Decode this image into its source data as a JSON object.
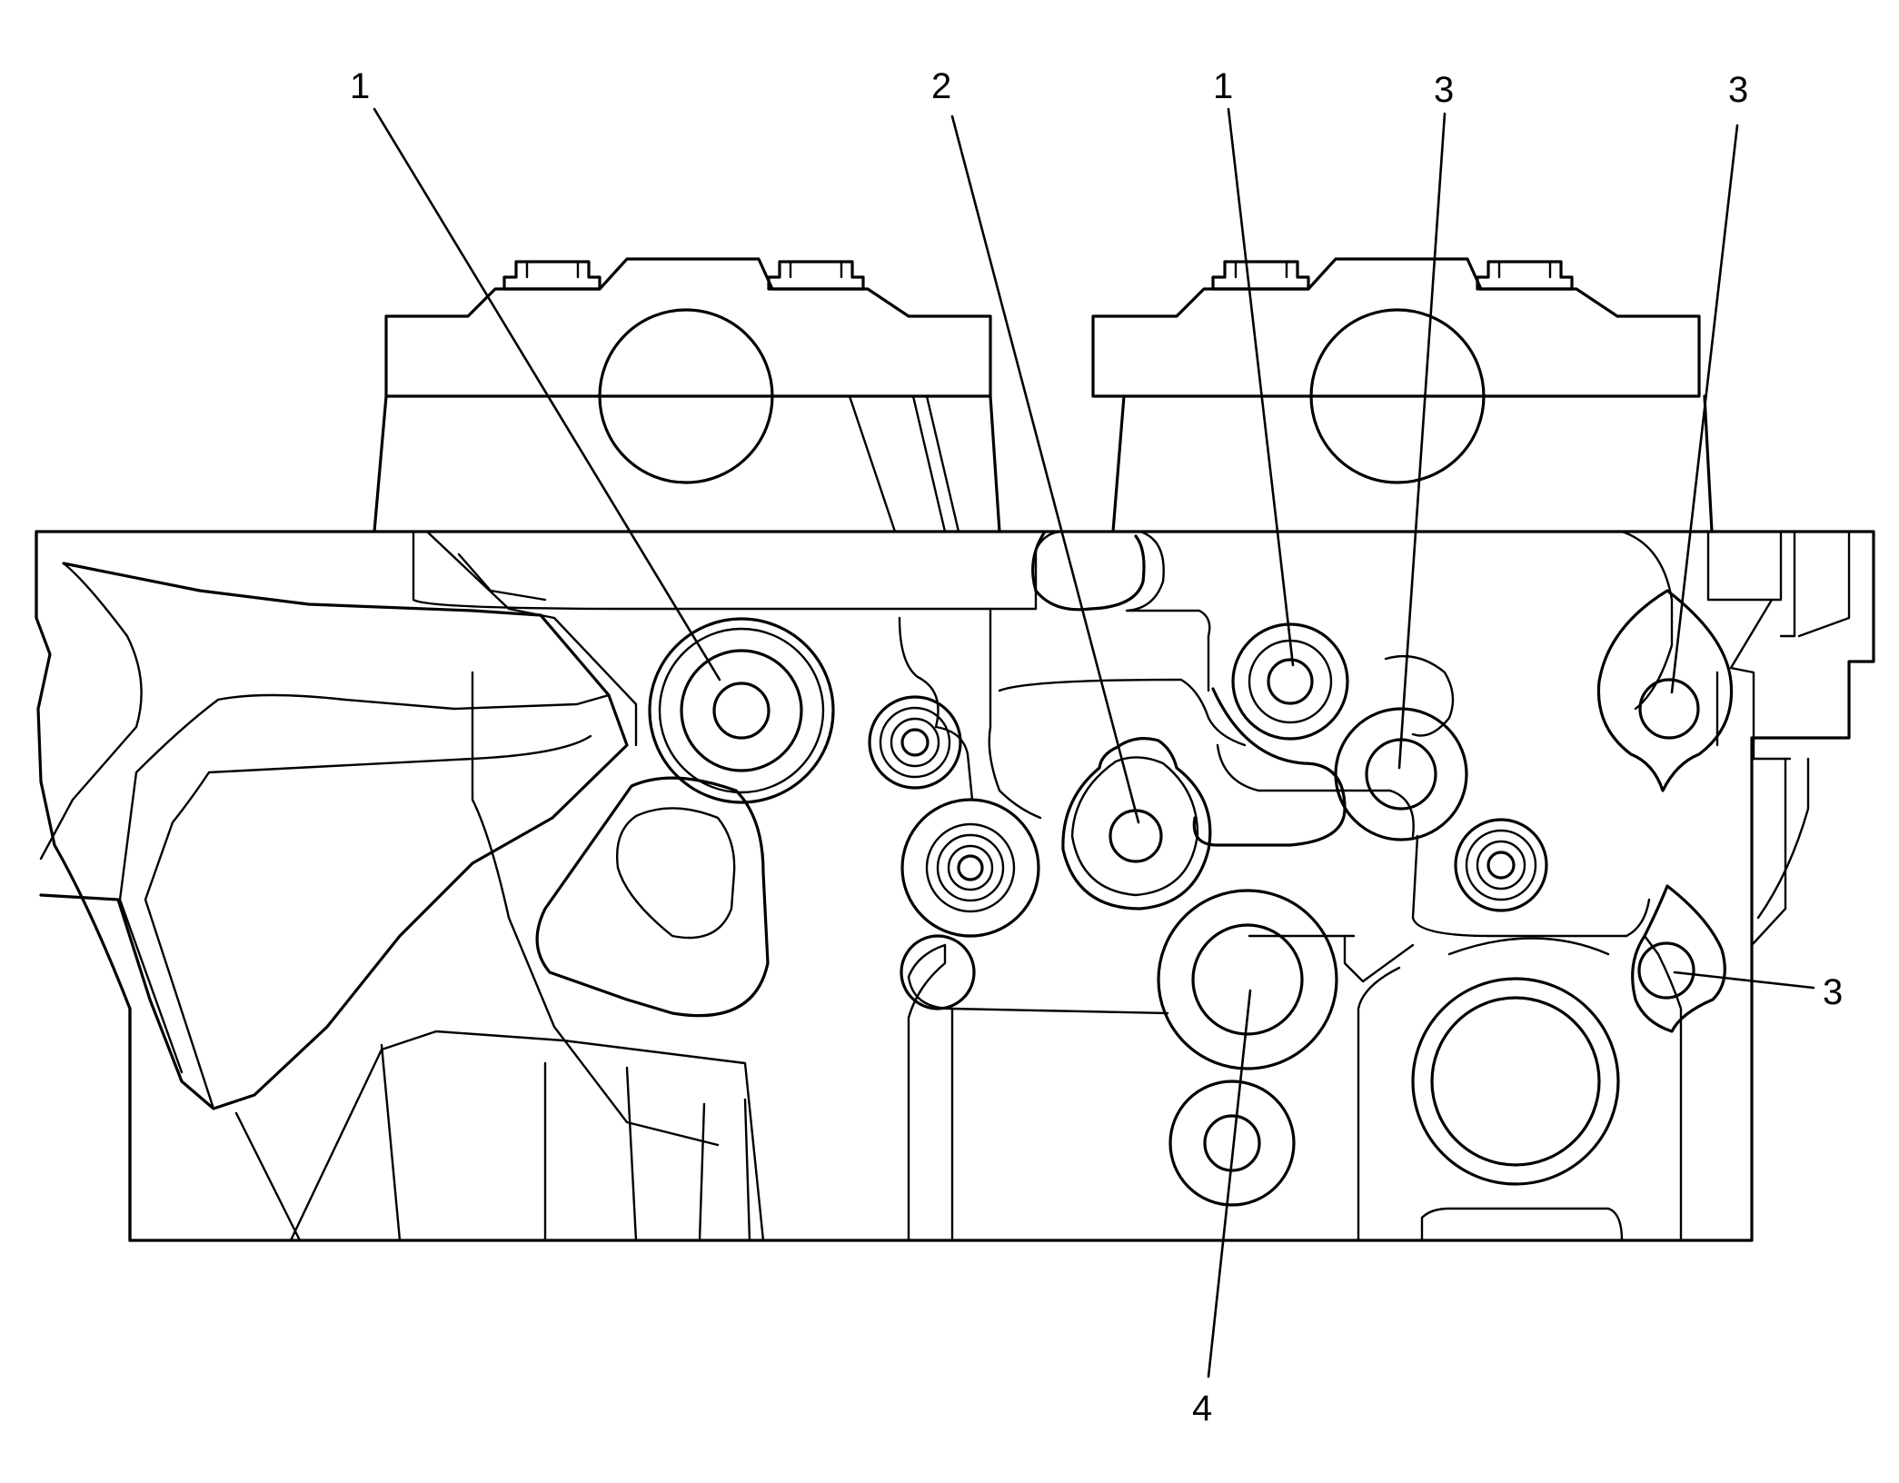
{
  "callouts": [
    {
      "id": "c1a",
      "text": "1"
    },
    {
      "id": "c2",
      "text": "2"
    },
    {
      "id": "c1b",
      "text": "1"
    },
    {
      "id": "c3a",
      "text": "3"
    },
    {
      "id": "c3b",
      "text": "3"
    },
    {
      "id": "c3c",
      "text": "3"
    },
    {
      "id": "c4",
      "text": "4"
    }
  ]
}
